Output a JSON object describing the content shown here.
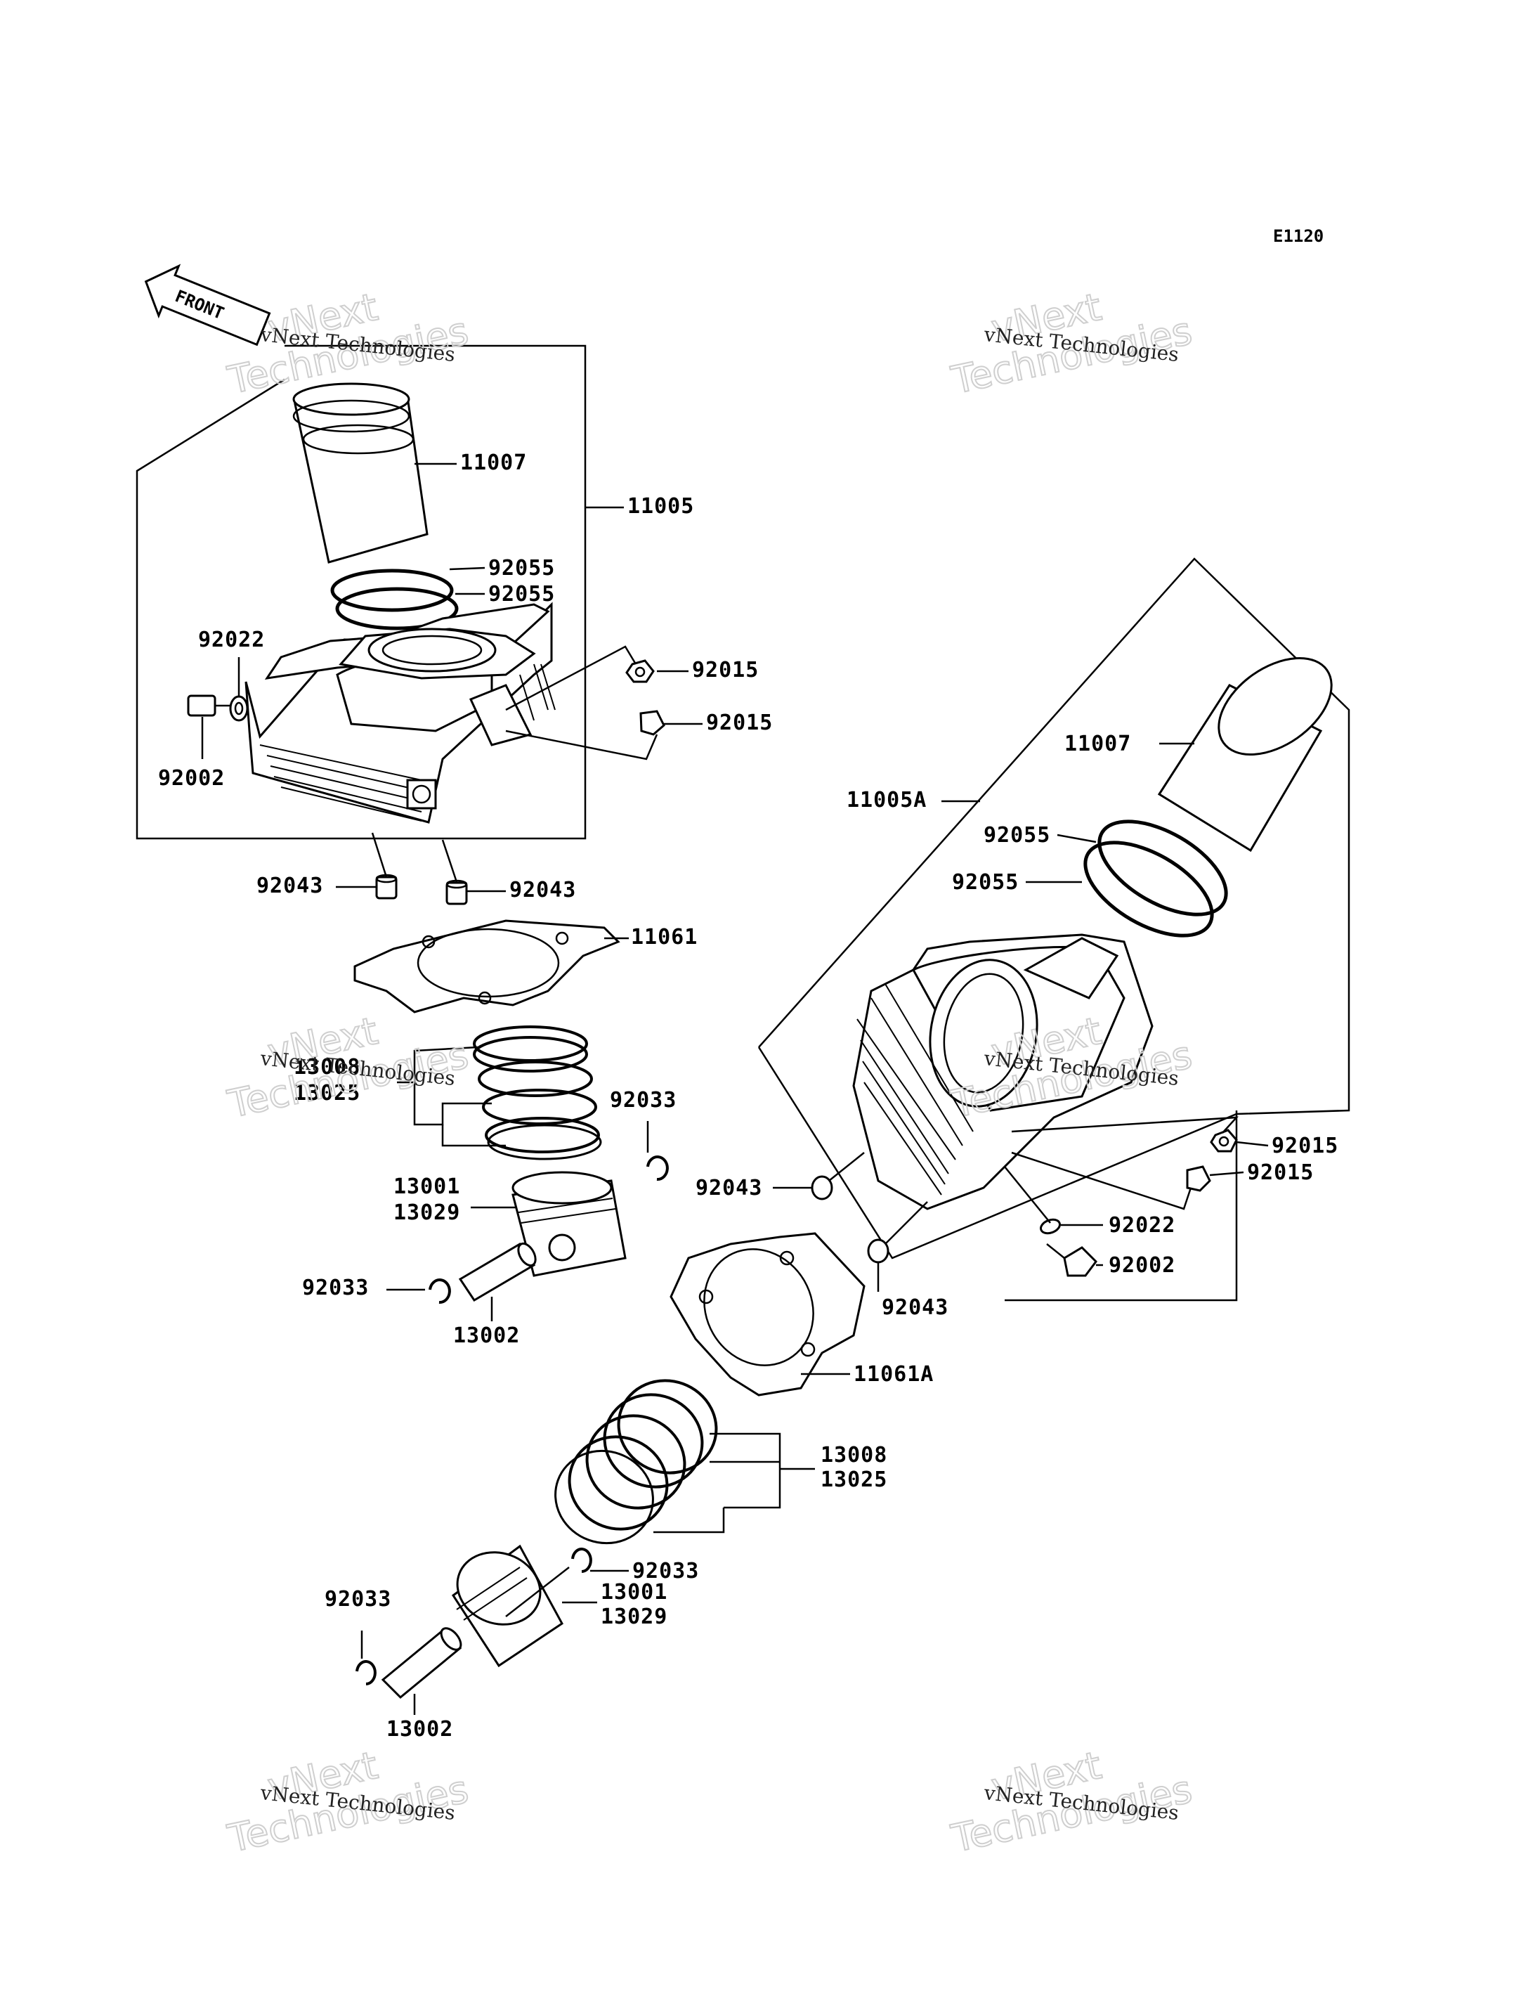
{
  "diagram_code": "E1120",
  "front_arrow_label": "FRONT",
  "watermark": {
    "line1": "vNext",
    "line2": "Technologies",
    "caption": "vNext Technologies"
  },
  "labels": {
    "l11007a": "11007",
    "l11005": "11005",
    "l92055a": "92055",
    "l92055b": "92055",
    "l92022a": "92022",
    "l92015a": "92015",
    "l92015b": "92015",
    "l92002a": "92002",
    "l92043a": "92043",
    "l92043b": "92043",
    "l11061": "11061",
    "l13008a": "13008",
    "l13025a": "13025",
    "l92033a": "92033",
    "l13001a": "13001",
    "l13029a": "13029",
    "l92033b": "92033",
    "l13002a": "13002",
    "l11007b": "11007",
    "l11005A": "11005A",
    "l92055c": "92055",
    "l92055d": "92055",
    "l92015c": "92015",
    "l92015d": "92015",
    "l92043c": "92043",
    "l92022b": "92022",
    "l92002b": "92002",
    "l92043d": "92043",
    "l11061A": "11061A",
    "l13008b": "13008",
    "l13025b": "13025",
    "l92033c": "92033",
    "l13001b": "13001",
    "l13029b": "13029",
    "l92033d": "92033",
    "l13002b": "13002"
  }
}
